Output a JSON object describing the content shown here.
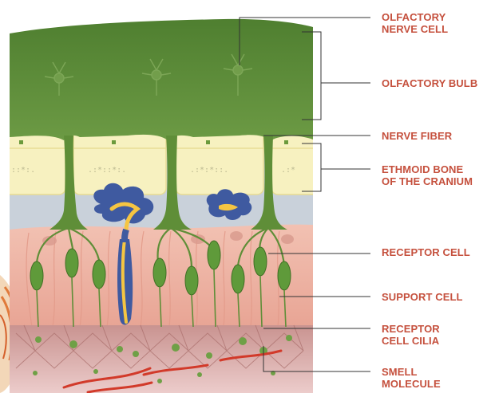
{
  "labels": {
    "olfactory_nerve_cell": "OLFACTORY\nNERVE CELL",
    "olfactory_bulb": "OLFACTORY BULB",
    "nerve_fiber": "NERVE FIBER",
    "ethmoid_bone": "ETHMOID BONE\nOF THE CRANIUM",
    "receptor_cell": "RECEPTOR CELL",
    "support_cell": "SUPPORT CELL",
    "receptor_cell_cilia": "RECEPTOR\nCELL CILIA",
    "smell_molecule": "SMELL\nMOLECULE"
  },
  "colors": {
    "label": "#c5503d",
    "leader_line": "#333333",
    "bulb_green": "#5a8a3a",
    "bone": "#f5efb8",
    "epithelium": "#efb5a6",
    "mucus": "#c68a86",
    "nerve_cell_blue": "#3f5aa0",
    "nerve_signal": "#f5c542"
  }
}
